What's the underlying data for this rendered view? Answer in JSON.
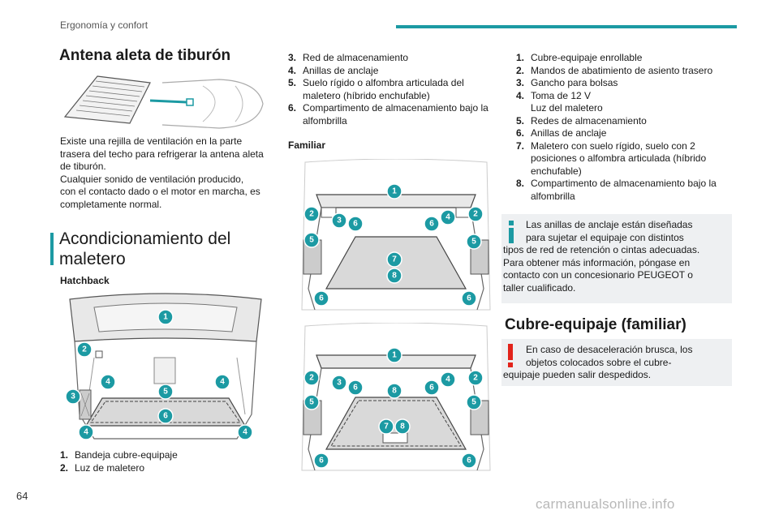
{
  "header": {
    "title": "Ergonomía y confort"
  },
  "antenna": {
    "title": "Antena aleta de tiburón",
    "paragraph": [
      "Existe una rejilla de ventilación en la parte",
      "trasera del techo para refrigerar la antena aleta",
      "de tiburón.",
      "Cualquier sonido de ventilación producido,",
      "con el contacto dado o el motor en marcha, es",
      "completamente normal."
    ]
  },
  "boot": {
    "title_lines": [
      "Acondicionamiento del",
      "maletero"
    ],
    "hatchback_label": "Hatchback",
    "hatchback_items": [
      {
        "n": "1.",
        "lines": [
          "Bandeja cubre-equipaje"
        ]
      },
      {
        "n": "2.",
        "lines": [
          "Luz de maletero"
        ]
      }
    ],
    "hatchback_items_cont": [
      {
        "n": "3.",
        "lines": [
          "Red de almacenamiento"
        ]
      },
      {
        "n": "4.",
        "lines": [
          "Anillas de anclaje"
        ]
      },
      {
        "n": "5.",
        "lines": [
          "Suelo rígido o alfombra articulada del",
          "maletero (híbrido enchufable)"
        ]
      },
      {
        "n": "6.",
        "lines": [
          "Compartimento de almacenamiento bajo la",
          "alfombrilla"
        ]
      }
    ],
    "estate_label": "Familiar",
    "estate_items": [
      {
        "n": "1.",
        "lines": [
          "Cubre-equipaje enrollable"
        ]
      },
      {
        "n": "2.",
        "lines": [
          "Mandos de abatimiento de asiento trasero"
        ]
      },
      {
        "n": "3.",
        "lines": [
          "Gancho para bolsas"
        ]
      },
      {
        "n": "4.",
        "lines": [
          "Toma de 12 V",
          "Luz del maletero"
        ]
      },
      {
        "n": "5.",
        "lines": [
          "Redes de almacenamiento"
        ]
      },
      {
        "n": "6.",
        "lines": [
          "Anillas de anclaje"
        ]
      },
      {
        "n": "7.",
        "lines": [
          "Maletero con suelo rígido, suelo con 2",
          "posiciones o alfombra articulada (híbrido",
          "enchufable)"
        ]
      },
      {
        "n": "8.",
        "lines": [
          "Compartimento de almacenamiento bajo la",
          "alfombrilla"
        ]
      }
    ],
    "info_box": [
      "Las anillas de anclaje están diseñadas",
      "para sujetar el equipaje con distintos",
      "tipos de red de retención o cintas adecuadas.",
      "Para obtener más información, póngase en",
      "contacto con un concesionario PEUGEOT o",
      "taller cualificado."
    ]
  },
  "cover": {
    "title": "Cubre-equipaje (familiar)",
    "warning_box": [
      "En caso de desaceleración brusca, los",
      "objetos colocados sobre el cubre-",
      "equipaje pueden salir despedidos."
    ]
  },
  "diagram_labels": {
    "hatchback": [
      "1",
      "2",
      "3",
      "4",
      "4",
      "5",
      "6",
      "4",
      "4"
    ],
    "estate_top": [
      "1",
      "2",
      "3",
      "6",
      "6",
      "4",
      "2",
      "5",
      "5",
      "7",
      "8",
      "6",
      "6"
    ],
    "estate_bottom": [
      "1",
      "2",
      "3",
      "6",
      "8",
      "6",
      "4",
      "2",
      "5",
      "5",
      "7",
      "8",
      "6",
      "6"
    ]
  },
  "page_number": "64",
  "watermark": "carmanualsonline.info",
  "colors": {
    "accent": "#1c9aa3",
    "warning": "#e2231a",
    "box_bg": "#eef0f2"
  }
}
